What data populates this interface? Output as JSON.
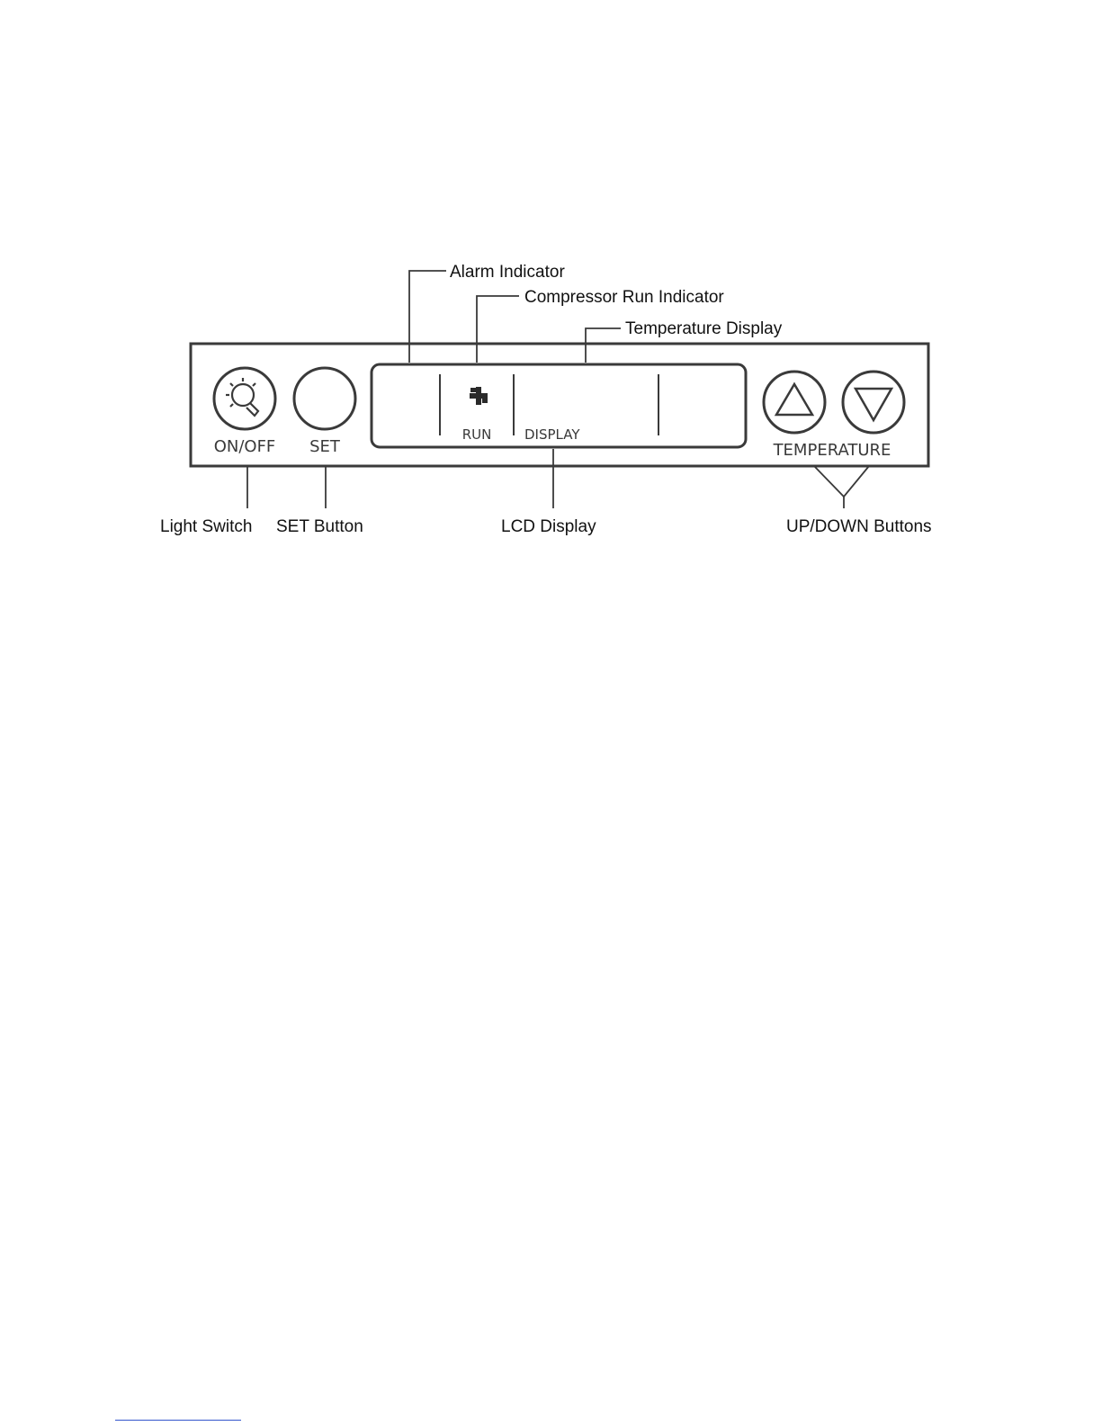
{
  "callouts": {
    "alarm_indicator": "Alarm Indicator",
    "compressor_run_indicator": "Compressor Run Indicator",
    "temperature_display": "Temperature Display",
    "light_switch": "Light Switch",
    "set_button": "SET Button",
    "lcd_display": "LCD Display",
    "up_down_buttons": "UP/DOWN Buttons"
  },
  "panel": {
    "on_off_label": "ON/OFF",
    "set_label": "SET",
    "run_label": "RUN",
    "display_label": "DISPLAY",
    "temperature_label": "TEMPERATURE"
  },
  "icons": {
    "light": "light-bulb-icon",
    "fan": "fan-icon",
    "up": "triangle-up-icon",
    "down": "triangle-down-icon"
  },
  "colors": {
    "line": "#3a3a3a",
    "text": "#111111"
  }
}
